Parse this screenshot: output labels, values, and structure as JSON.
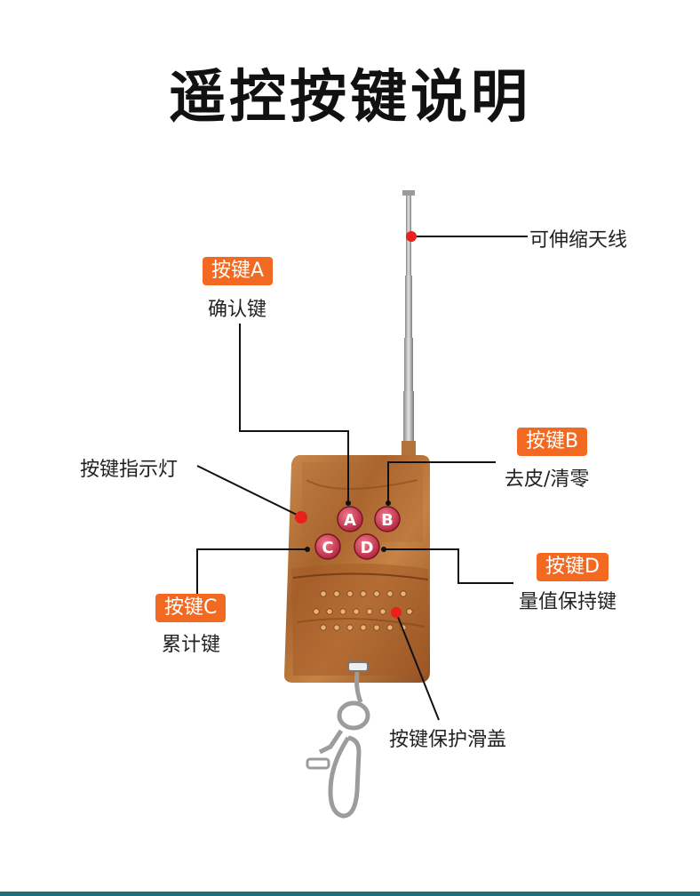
{
  "title": "遥控按键说明",
  "colors": {
    "accent": "#f26a21",
    "marker": "#e8201e",
    "line": "#111111"
  },
  "labels": {
    "antenna": "可伸缩天线",
    "button_a_badge": "按键A",
    "button_a": "确认键",
    "indicator": "按键指示灯",
    "button_b_badge": "按键B",
    "button_b": "去皮/清零",
    "button_c_badge": "按键C",
    "button_c": "累计键",
    "button_d_badge": "按键D",
    "button_d": "量值保持键",
    "cover": "按键保护滑盖"
  },
  "buttons": [
    "A",
    "B",
    "C",
    "D"
  ]
}
